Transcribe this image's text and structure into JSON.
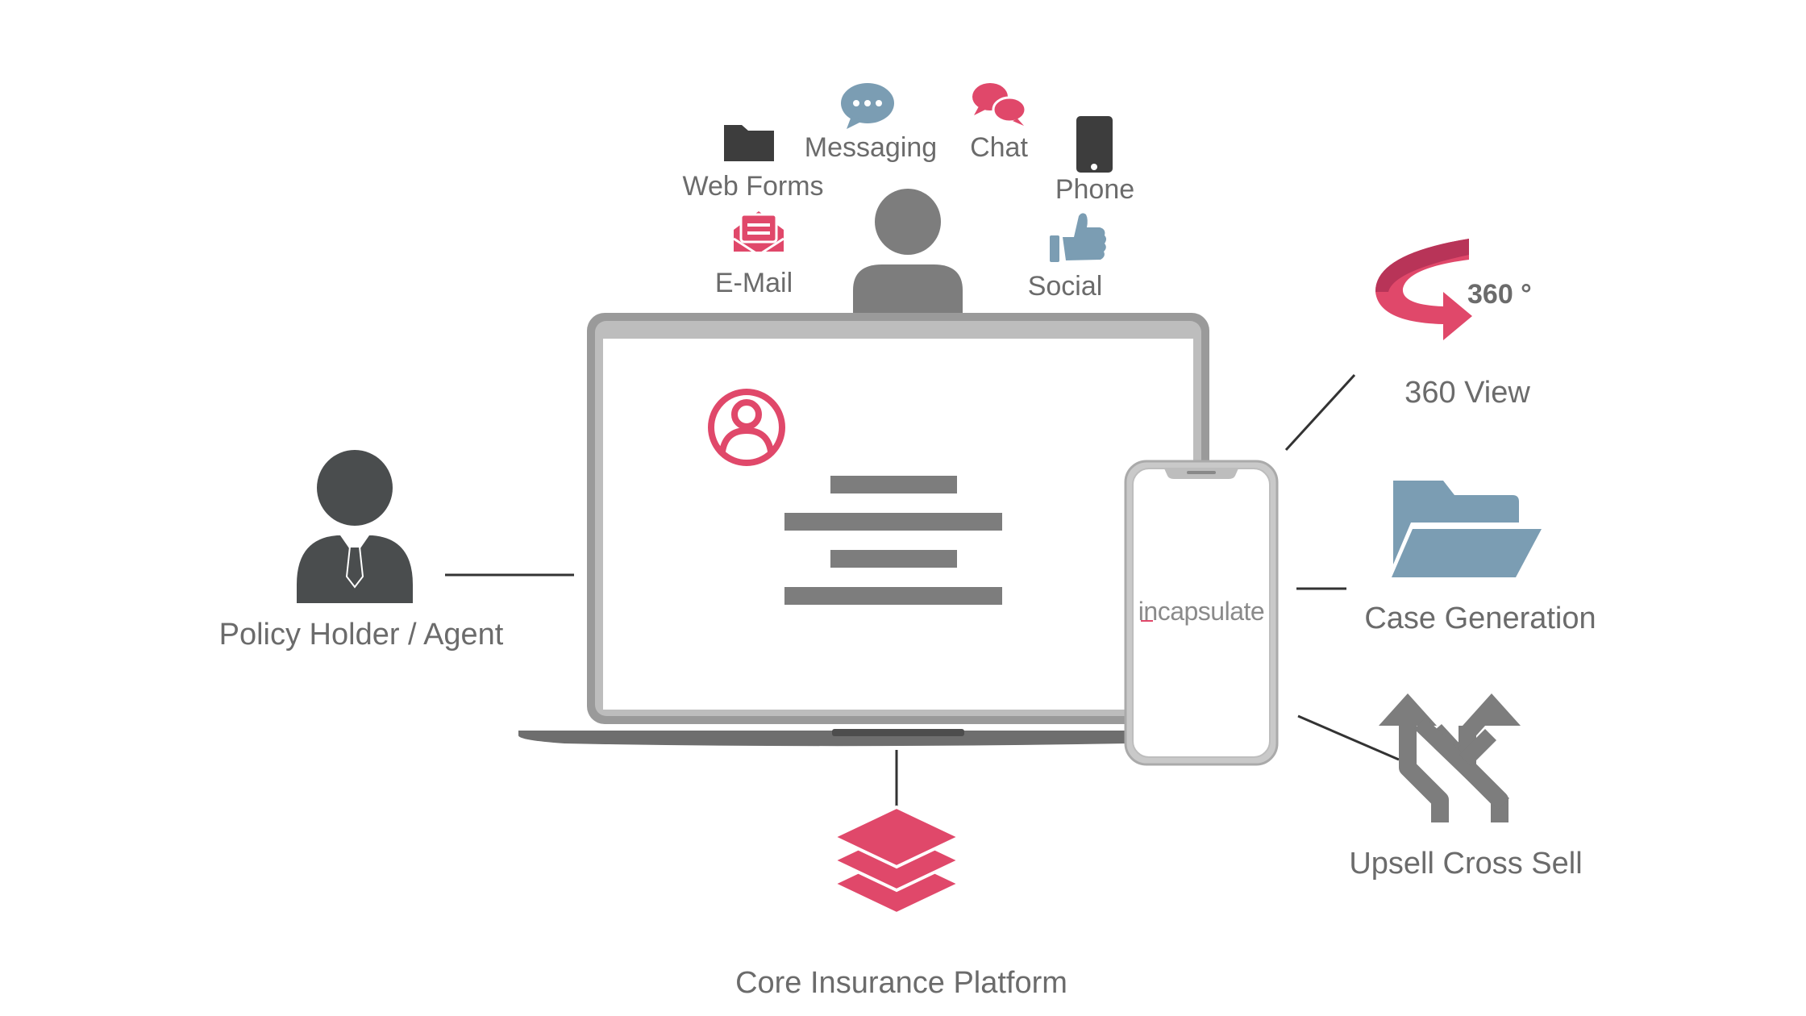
{
  "channels": {
    "web_forms": "Web Forms",
    "messaging": "Messaging",
    "chat": "Chat",
    "phone": "Phone",
    "email": "E-Mail",
    "social": "Social"
  },
  "left": {
    "policy_holder": "Policy Holder / Agent"
  },
  "bottom": {
    "core_platform": "Core Insurance Platform"
  },
  "right": {
    "view_360": "360 View",
    "degrees": "360 °",
    "case_generation": "Case Generation",
    "upsell": "Upsell Cross Sell"
  },
  "phone_screen": {
    "brand": "incapsulate"
  },
  "colors": {
    "accent": "#e0486a",
    "dark_icon": "#3d3d3d",
    "gray_icon": "#7d7d7d",
    "blue_icon": "#7b9db3",
    "label": "#6b6b6b"
  }
}
